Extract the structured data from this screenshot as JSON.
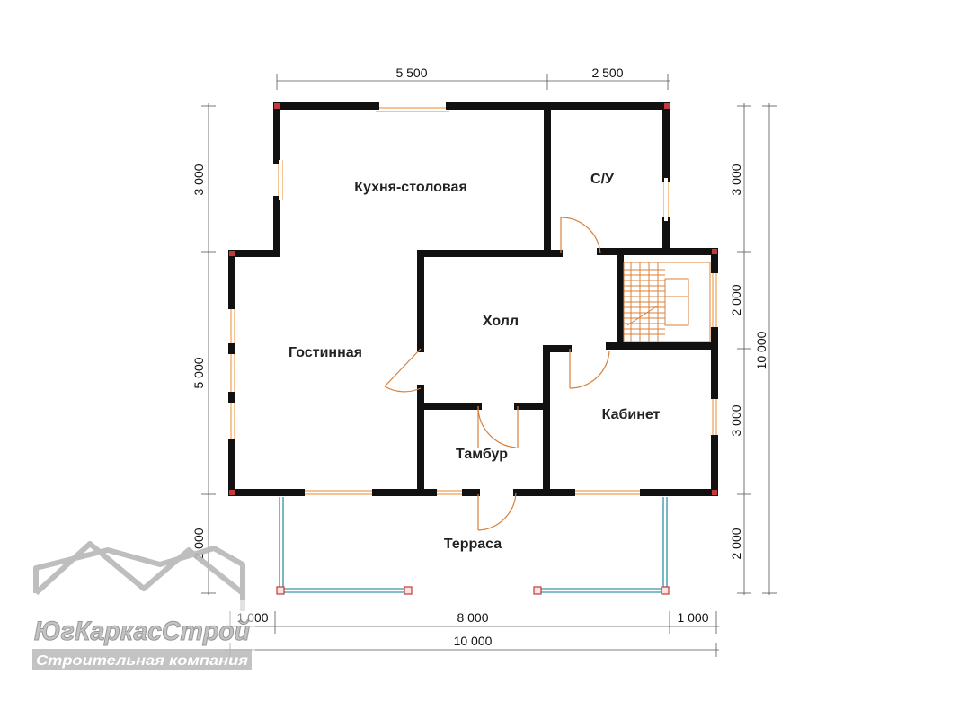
{
  "rooms": {
    "kitchen": "Кухня-столовая",
    "bathroom": "С/У",
    "hall": "Холл",
    "living": "Гостинная",
    "office": "Кабинет",
    "vestibule": "Тамбур",
    "terrace": "Терраса"
  },
  "dimensions": {
    "top_left": "5 500",
    "top_right": "2 500",
    "bottom_left": "1 000",
    "bottom_middle": "8 000",
    "bottom_right": "1 000",
    "bottom_total": "10 000",
    "left_top": "3 000",
    "left_middle": "5 000",
    "left_bottom": "2 000",
    "right_top": "3 000",
    "right_upper_middle": "2 000",
    "right_lower_middle": "3 000",
    "right_bottom": "2 000",
    "right_total": "10 000"
  },
  "logo": {
    "company": "ЮгКаркасСтрой",
    "tagline": "Строительная компания"
  },
  "colors": {
    "wall": "#111111",
    "window": "#f0a050",
    "door": "#d8803a",
    "terrace_rail": "#5aa6b8",
    "post": "#c23a3a"
  }
}
